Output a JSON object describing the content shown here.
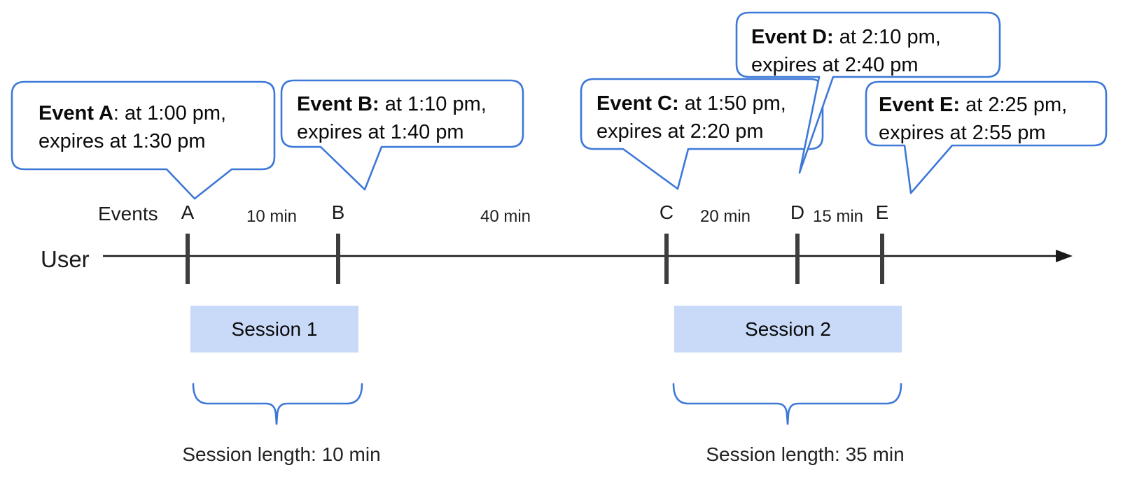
{
  "colors": {
    "accent_blue": "#3d78d8",
    "session_fill": "#c9daf8",
    "timeline_black": "#1a1a1a",
    "tick_gray": "#3d3d3d"
  },
  "timeline": {
    "axis_label": "User",
    "events_label": "Events"
  },
  "events": [
    {
      "id": "A",
      "tick_label": "A",
      "bubble_bold": "Event A",
      "bubble_rest": ": at 1:00 pm,",
      "bubble_line2": "expires at 1:30 pm",
      "time": "1:00 pm",
      "expires": "1:30 pm"
    },
    {
      "id": "B",
      "tick_label": "B",
      "bubble_bold": "Event B:",
      "bubble_rest": " at 1:10 pm,",
      "bubble_line2": "expires at 1:40 pm",
      "time": "1:10 pm",
      "expires": "1:40 pm"
    },
    {
      "id": "C",
      "tick_label": "C",
      "bubble_bold": "Event C:",
      "bubble_rest": " at 1:50 pm,",
      "bubble_line2": "expires at 2:20 pm",
      "time": "1:50 pm",
      "expires": "2:20 pm"
    },
    {
      "id": "D",
      "tick_label": "D",
      "bubble_bold": "Event D:",
      "bubble_rest": " at 2:10 pm,",
      "bubble_line2": "expires at 2:40 pm",
      "time": "2:10 pm",
      "expires": "2:40 pm"
    },
    {
      "id": "E",
      "tick_label": "E",
      "bubble_bold": "Event E:",
      "bubble_rest": " at 2:25 pm,",
      "bubble_line2": "expires at 2:55 pm",
      "time": "2:25 pm",
      "expires": "2:55 pm"
    }
  ],
  "intervals": [
    {
      "label": "10 min"
    },
    {
      "label": "40 min"
    },
    {
      "label": "20 min"
    },
    {
      "label": "15 min"
    }
  ],
  "sessions": [
    {
      "label": "Session 1",
      "length_label": "Session length: 10 min"
    },
    {
      "label": "Session 2",
      "length_label": "Session length: 35 min"
    }
  ]
}
